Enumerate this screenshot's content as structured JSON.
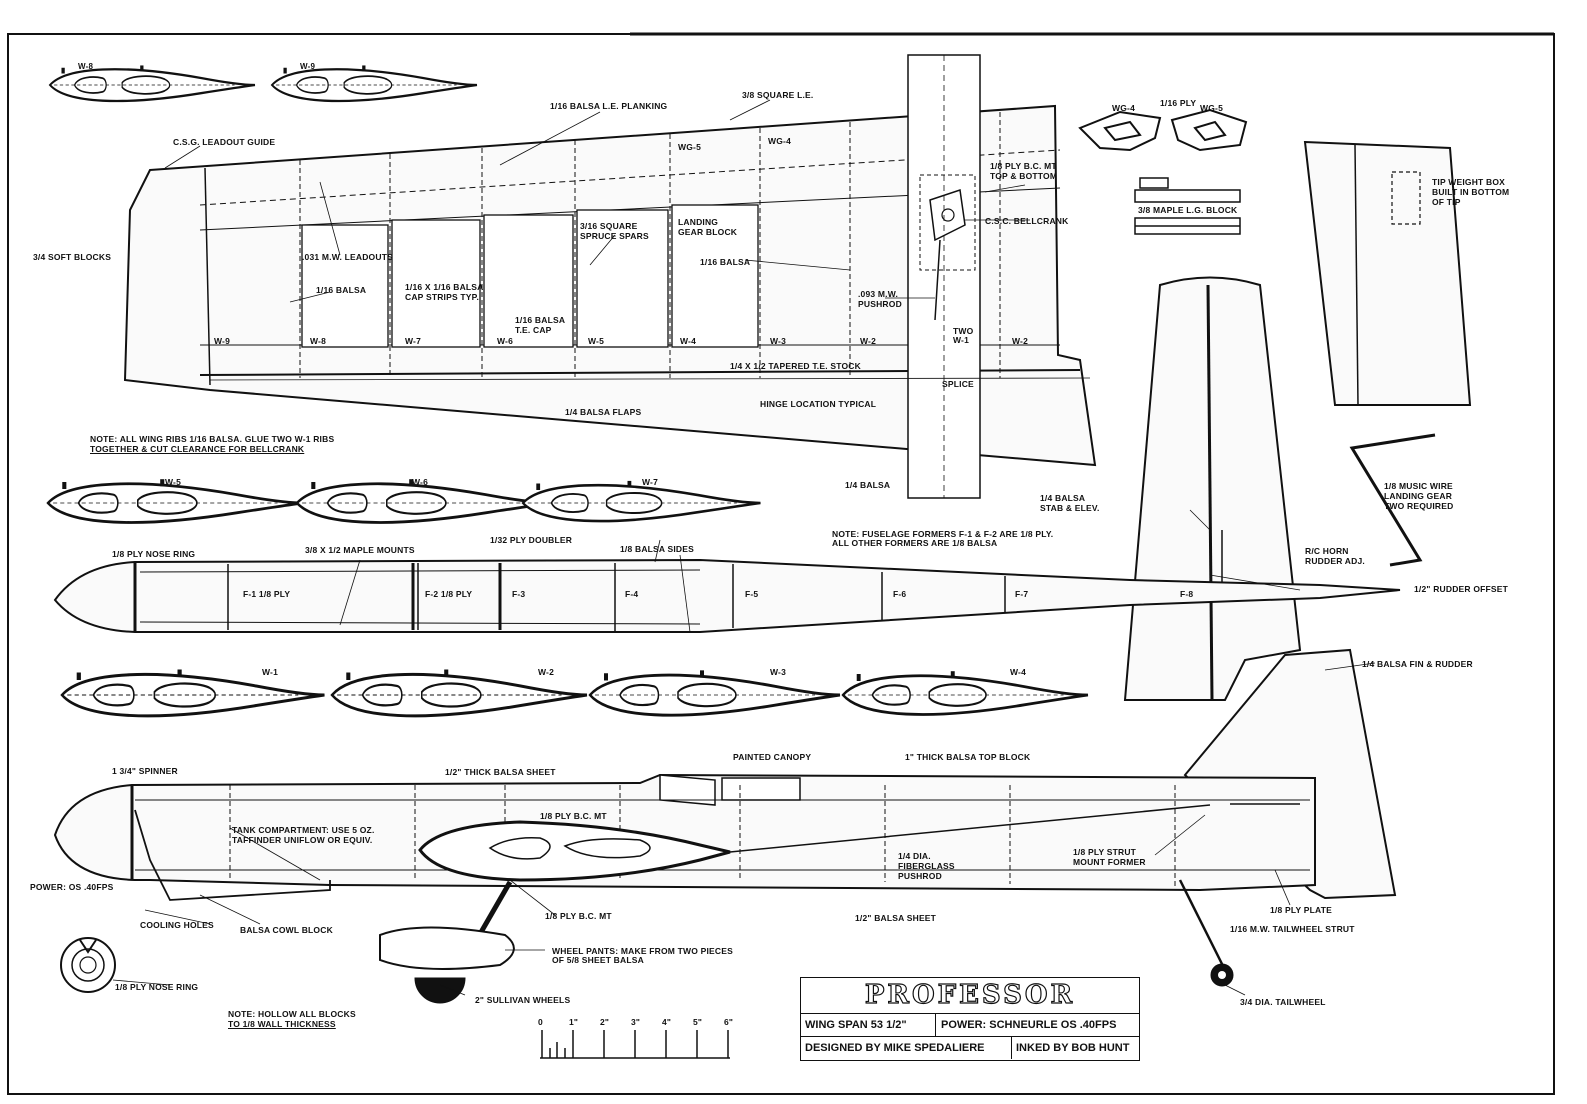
{
  "title_block": {
    "title": "PROFESSOR",
    "wing_span": "WING SPAN 53 1/2\"",
    "power": "POWER: SCHNEURLE OS .40FPS",
    "designer": "DESIGNED BY MIKE SPEDALIERE",
    "inker": "INKED BY BOB HUNT"
  },
  "scale": [
    "0",
    "1\"",
    "2\"",
    "3\"",
    "4\"",
    "5\"",
    "6\""
  ],
  "ribs": [
    "W-8",
    "W-9",
    "W-5",
    "W-6",
    "W-7",
    "W-1",
    "W-2",
    "W-3",
    "W-4"
  ],
  "wing_labels": {
    "leadout_guide": "C.S.G. LEADOUT GUIDE",
    "planking": "1/16 BALSA L.E. PLANKING",
    "square_le": "3/8 SQUARE L.E.",
    "wg5": "WG-5",
    "wg4": "WG-4",
    "leadouts": ".031 M.W. LEADOUTS",
    "tip_blocks": "3/4 SOFT BLOCKS",
    "spruce_spars": "3/16 SQUARE SPRUCE SPARS",
    "gear_block": "LANDING GEAR BLOCK",
    "balsa_116_a": "1/16 BALSA",
    "balsa_116_b": "1/16 BALSA",
    "cap_strips": "1/16 X 1/16 BALSA CAP STRIPS TYP.",
    "te_cap": "1/16 BALSA T.E. CAP",
    "te_stock": "1/4 X 1/2 TAPERED T.E. STOCK",
    "flaps": "1/4 BALSA FLAPS",
    "hinge": "HINGE LOCATION TYPICAL",
    "bc_mt": "1/8 PLY B.C. MT TOP & BOTTOM",
    "bellcrank": "C.S.C. BELLCRANK",
    "pushrod": ".093 M.W. PUSHROD",
    "two_w1": "TWO W-1",
    "splice": "SPLICE",
    "balsa_14": "1/4 BALSA",
    "rib_note_1": "NOTE: ALL WING RIBS 1/16 BALSA. GLUE TWO W-1 RIBS",
    "rib_note_2": "TOGETHER & CUT CLEARANCE FOR BELLCRANK",
    "ply_116": "1/16 PLY",
    "wg4_part": "WG-4",
    "wg5_part": "WG-5",
    "maple_block": "3/8 MAPLE L.G. BLOCK",
    "tip_weight": "TIP WEIGHT BOX BUILT IN BOTTOM OF TIP",
    "stab_elev": "1/4 BALSA STAB & ELEV.",
    "landing_gear": "1/8 MUSIC WIRE LANDING GEAR TWO REQUIRED",
    "rc_horn": "R/C HORN RUDDER ADJ.",
    "rudder_offset": "1/2\" RUDDER OFFSET",
    "fin_rudder": "1/4 BALSA FIN & RUDDER"
  },
  "fuselage_labels": {
    "nose_ring": "1/8 PLY NOSE RING",
    "maple_mounts": "3/8 X 1/2 MAPLE MOUNTS",
    "doubler": "1/32 PLY DOUBLER",
    "sides": "1/8 BALSA SIDES",
    "former_note_1": "NOTE: FUSELAGE FORMERS F-1 & F-2 ARE 1/8 PLY.",
    "former_note_2": "ALL OTHER FORMERS ARE 1/8 BALSA",
    "formers": [
      "F-1 1/8 PLY",
      "F-2 1/8 PLY",
      "F-3",
      "F-4",
      "F-5",
      "F-6",
      "F-7",
      "F-8"
    ],
    "canopy": "PAINTED CANOPY",
    "top_block": "1\" THICK BALSA TOP BLOCK",
    "spinner": "1 3/4\" SPINNER",
    "sheet_top": "1/2\" THICK BALSA SHEET",
    "tank_1": "TANK COMPARTMENT: USE 5 OZ.",
    "tank_2": "TAFFINDER UNIFLOW OR EQUIV.",
    "bc_mt": "1/8 PLY B.C. MT",
    "fiberglass": "1/4 DIA. FIBERGLASS PUSHROD",
    "strut_former": "1/8 PLY STRUT MOUNT FORMER",
    "power": "POWER: OS .40FPS",
    "cooling": "COOLING HOLES",
    "cowl": "BALSA COWL BLOCK",
    "bc_mt_lower": "1/8 PLY B.C. MT",
    "sheet_bottom": "1/2\" BALSA SHEET",
    "ply_plate": "1/8 PLY PLATE",
    "tailwheel_strut": "1/16 M.W. TAILWHEEL STRUT",
    "wheel_pants_1": "WHEEL PANTS: MAKE FROM TWO PIECES",
    "wheel_pants_2": "OF 5/8 SHEET BALSA",
    "nose_ring_bottom": "1/8 PLY NOSE RING",
    "wheels": "2\" SULLIVAN WHEELS",
    "hollow_1": "NOTE: HOLLOW ALL BLOCKS",
    "hollow_2": "TO 1/8 WALL THICKNESS",
    "tailwheel": "3/4 DIA. TAILWHEEL"
  }
}
